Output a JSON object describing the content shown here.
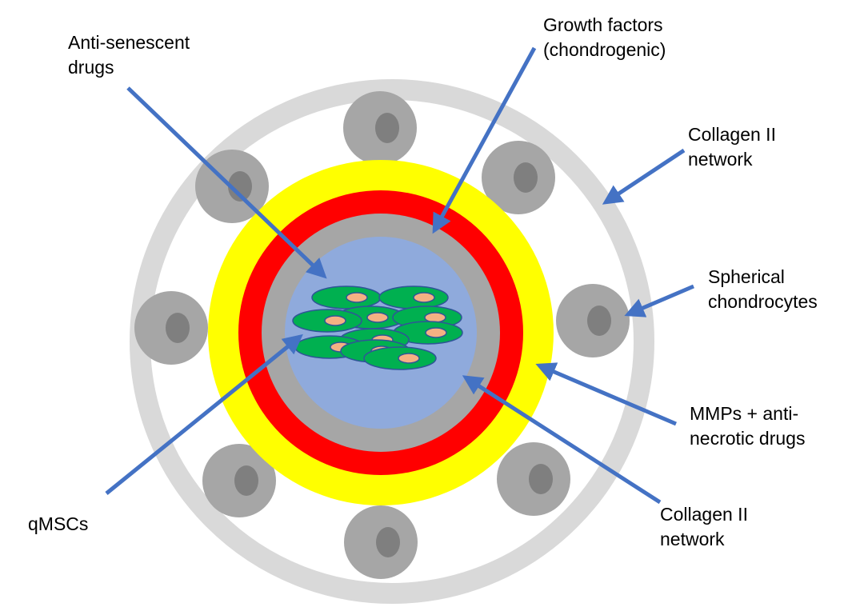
{
  "labels": {
    "anti_senescent": {
      "line1": "Anti-senescent",
      "line2": "drugs"
    },
    "growth_factors": {
      "line1": "Growth factors",
      "line2": "(chondrogenic)"
    },
    "collagen_outer": {
      "line1": "Collagen II",
      "line2": "network"
    },
    "spherical": {
      "line1": "Spherical",
      "line2": "chondrocytes"
    },
    "mmps": {
      "line1": "MMPs + anti-",
      "line2": "necrotic drugs"
    },
    "collagen_inner": {
      "line1": "Collagen II",
      "line2": "network"
    },
    "qmscs": {
      "line1": "qMSCs"
    }
  },
  "colors": {
    "outer_ring": "#d9d9d9",
    "yellow_layer": "#ffff00",
    "red_layer": "#ff0000",
    "gray_layer": "#a6a6a6",
    "core": "#8faadc",
    "msc_cell": "#00b050",
    "msc_nucleus": "#f4b183",
    "cell_outline": "#2f5597",
    "chondrocyte": "#a6a6a6",
    "chondrocyte_nucleus": "#7f7f7f",
    "arrow": "#4472c4"
  }
}
